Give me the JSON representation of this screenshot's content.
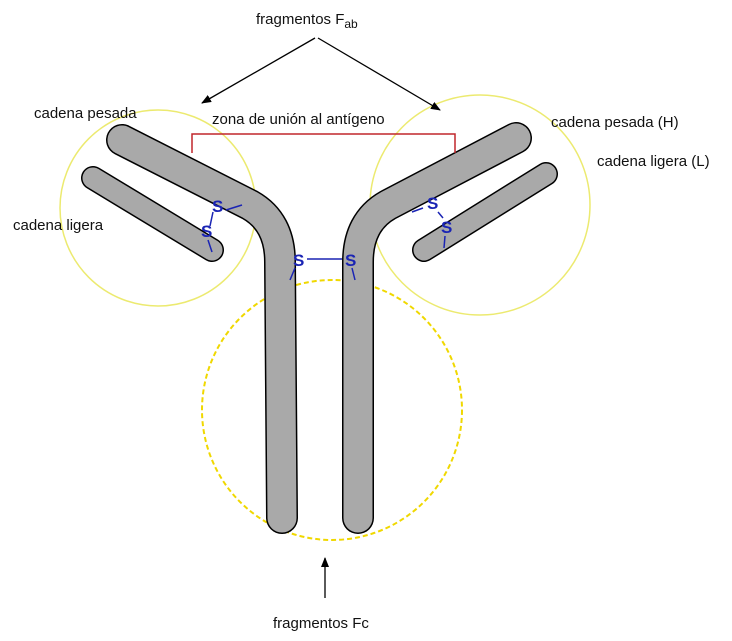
{
  "labels": {
    "fab_prefix": "fragmentos F",
    "fab_sub": "ab",
    "heavy_left": "cadena pesada",
    "light_left": "cadena ligera",
    "binding_zone": "zona de unión al antígeno",
    "heavy_right": "cadena pesada (H)",
    "light_right": "cadena ligera (L)",
    "fc": "fragmentos Fc"
  },
  "bonds": {
    "sulfur": "S"
  },
  "colors": {
    "chain_fill": "#a9a9a9",
    "chain_outline": "#000000",
    "fab_circle": "#ecea70",
    "fc_circle": "#f0d800",
    "bracket": "#c0262b",
    "disulfide": "#1a24b4",
    "arrow": "#000000"
  }
}
